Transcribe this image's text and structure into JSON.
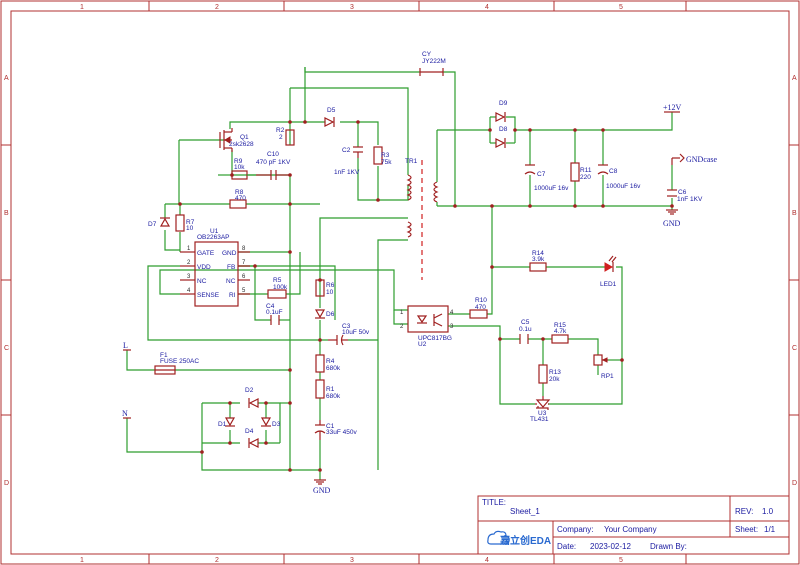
{
  "frame": {
    "col_labels": [
      "1",
      "2",
      "3",
      "4",
      "5"
    ],
    "row_labels": [
      "A",
      "B",
      "C",
      "D"
    ]
  },
  "components": {
    "cy_ref": "CY",
    "cy_val": "JY222M",
    "d5": "D5",
    "d9": "D9",
    "d8": "D8",
    "q1_ref": "Q1",
    "q1_val": "2sk2628",
    "r2_ref": "R2",
    "r2_val": "2",
    "c10_ref": "C10",
    "c10_val": "470 pF 1KV",
    "r9_ref": "R9",
    "r9_val": "10k",
    "c2_ref": "C2",
    "c2_val": "1nF 1KV",
    "r3_ref": "R3",
    "r3_val": "75k",
    "tr1": "TR1",
    "r8_ref": "R8",
    "r8_val": "470",
    "d7": "D7",
    "r7_ref": "R7",
    "r7_val": "10",
    "u1_ref": "U1",
    "u1_val": "OB2263AP",
    "pin1": "1",
    "pin2": "2",
    "pin3": "3",
    "pin4": "4",
    "pin5": "5",
    "pin6": "6",
    "pin7": "7",
    "pin8": "8",
    "pin_gate": "GATE",
    "pin_vdd": "VDD",
    "pin_nc1": "NC",
    "pin_sense": "SENSE",
    "pin_gnd": "GND",
    "pin_fb": "FB",
    "pin_nc2": "NC",
    "pin_ri": "RI",
    "r5_ref": "R5",
    "r5_val": "100k",
    "c4_ref": "C4",
    "c4_val": "0.1uF",
    "r6_ref": "R6",
    "r6_val": "10",
    "d6": "D6",
    "c3_ref": "C3",
    "c3_val": "10uF 50v",
    "r4_ref": "R4",
    "r4_val": "680k",
    "r1_ref": "R1",
    "r1_val": "680k",
    "c1_ref": "C1",
    "c1_val": "33uF 450v",
    "gnd_bottom": "GND",
    "l_label": "L",
    "n_label": "N",
    "f1_ref": "F1",
    "f1_val": "FUSE 250AC",
    "d1": "D1",
    "d2": "D2",
    "d3": "D3",
    "d4": "D4",
    "u2_ref": "U2",
    "u2_val": "UPC817BG",
    "u2_p1": "1",
    "u2_p2": "2",
    "u2_p3": "3",
    "u2_p4": "4",
    "r10_ref": "R10",
    "r10_val": "470",
    "c5_ref": "C5",
    "c5_val": "0.1u",
    "r15_ref": "R15",
    "r15_val": "4.7k",
    "rp1": "RP1",
    "r13_ref": "R13",
    "r13_val": "20k",
    "u3_ref": "U3",
    "u3_val": "TL431",
    "r14_ref": "R14",
    "r14_val": "3.9k",
    "led1": "LED1",
    "c7_ref": "C7",
    "c7_val": "1000uF 16v",
    "r11_ref": "R11",
    "r11_val": "220",
    "c8_ref": "C8",
    "c8_val": "1000uF 16v",
    "c6_ref": "C6",
    "c6_val": "1nF 1KV",
    "v12": "+12V",
    "gndcase": "GNDcase",
    "gnd_right": "GND"
  },
  "title_block": {
    "title_label": "TITLE:",
    "title_value": "Sheet_1",
    "rev_label": "REV:",
    "rev_value": "1.0",
    "company_label": "Company:",
    "company_value": "Your Company",
    "sheet_label": "Sheet:",
    "sheet_value": "1/1",
    "date_label": "Date:",
    "date_value": "2023-02-12",
    "drawn_label": "Drawn By:",
    "drawn_value": "",
    "logo_text": "嘉立创EDA"
  },
  "colors": {
    "wire": "#2e9e2e",
    "part": "#a02020",
    "label": "#1a1aa0",
    "frame": "#b03030",
    "sheet_bg": "#ffffff"
  }
}
